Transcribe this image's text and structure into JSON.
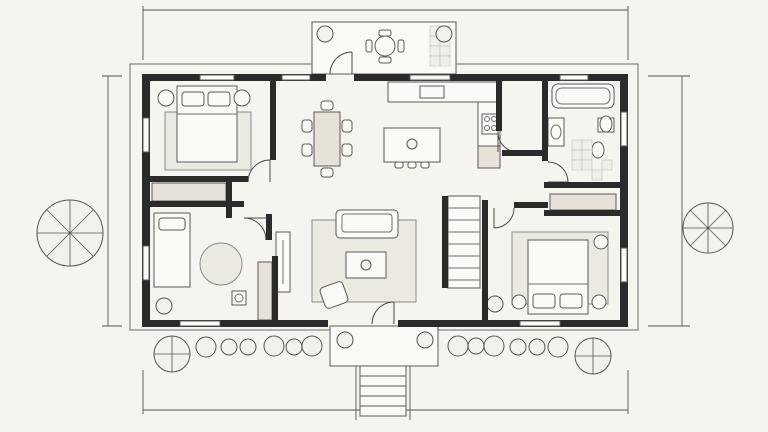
{
  "drawing": {
    "kind": "architectural-floor-plan",
    "style": "hand-drawn-ink",
    "colors": {
      "background": "#f6f4ef",
      "wall": "#2b2b2b",
      "ink": "#5a5a5a",
      "rug": "#ece9e1"
    },
    "rooms": [
      {
        "name": "bedroom-top-left",
        "furniture": [
          "double-bed",
          "nightstand",
          "nightstand",
          "wardrobe"
        ]
      },
      {
        "name": "bedroom-bottom-left",
        "furniture": [
          "single-bed",
          "round-rug",
          "desk-chair",
          "closet"
        ]
      },
      {
        "name": "living-dining",
        "furniture": [
          "dining-table-6",
          "sofa",
          "coffee-table",
          "armchair",
          "rug",
          "tv-console"
        ]
      },
      {
        "name": "kitchen",
        "furniture": [
          "sink",
          "stove",
          "island-with-3-stools",
          "fridge"
        ]
      },
      {
        "name": "bathroom",
        "furniture": [
          "bathtub",
          "vanity",
          "toilet",
          "sink"
        ]
      },
      {
        "name": "bedroom-right",
        "furniture": [
          "double-bed",
          "nightstand",
          "nightstand",
          "closet",
          "rug"
        ]
      },
      {
        "name": "stair",
        "furniture": [
          "stair-flight"
        ]
      },
      {
        "name": "rear-patio",
        "furniture": [
          "round-table-4-chairs",
          "planter",
          "planter"
        ]
      },
      {
        "name": "front-porch",
        "furniture": [
          "steps",
          "planter",
          "planter"
        ]
      }
    ],
    "landscape": [
      "tree-left",
      "tree-right",
      "shrub-row-front"
    ]
  }
}
